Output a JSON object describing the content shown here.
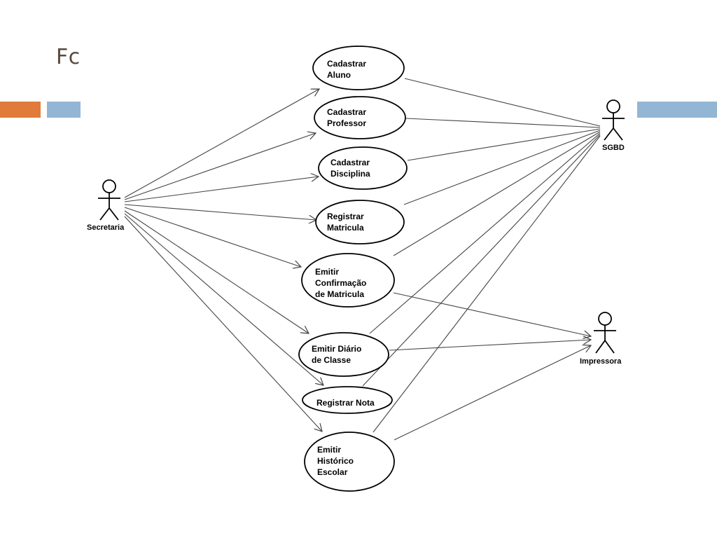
{
  "slide": {
    "title": "Fc"
  },
  "actors": {
    "secretaria": "Secretaria",
    "sgbd": "SGBD",
    "impressora": "Impressora"
  },
  "use_cases": {
    "cadastrar_aluno": [
      "Cadastrar",
      "Aluno"
    ],
    "cadastrar_professor": [
      "Cadastrar",
      "Professor"
    ],
    "cadastrar_disciplina": [
      "Cadastrar",
      "Disciplina"
    ],
    "registrar_matricula": [
      "Registrar",
      "Matricula"
    ],
    "emitir_confirmacao": [
      "Emitir",
      "Confirmação",
      "de Matricula"
    ],
    "emitir_diario": [
      "Emitir Diário",
      "de Classe"
    ],
    "registrar_nota": [
      "Registrar Nota"
    ],
    "emitir_historico": [
      "Emitir",
      "Histórico",
      "Escolar"
    ]
  },
  "colors": {
    "accent_orange": "#e07b3c",
    "accent_blue": "#93b6d4",
    "title": "#5a4a3e",
    "line": "#444444"
  }
}
